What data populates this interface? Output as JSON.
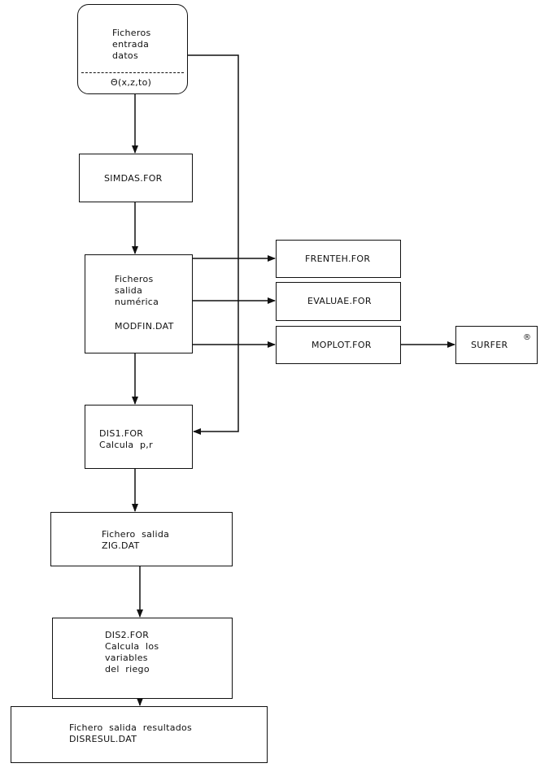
{
  "diagram": {
    "input_box": {
      "lines": [
        "Ficheros",
        "entrada",
        "datos"
      ],
      "formula": "Θ(x,z,to)"
    },
    "simdas": {
      "label": "SIMDAS.FOR"
    },
    "salida_numerica": {
      "lines": [
        "Ficheros",
        "salida",
        "numérica"
      ],
      "file": "MODFIN.DAT"
    },
    "frenteh": {
      "label": "FRENTEH.FOR"
    },
    "evaluae": {
      "label": "EVALUAE.FOR"
    },
    "moplot": {
      "label": "MOPLOT.FOR"
    },
    "surfer": {
      "label": "SURFER",
      "mark": "®"
    },
    "dis1": {
      "lines": [
        "DIS1.FOR",
        "Calcula  p,r"
      ]
    },
    "zig": {
      "lines": [
        "Fichero  salida",
        "ZIG.DAT"
      ]
    },
    "dis2": {
      "lines": [
        "DIS2.FOR",
        "Calcula  los",
        "variables",
        "del  riego"
      ]
    },
    "resultados": {
      "lines": [
        "Fichero  salida  resultados",
        "DISRESUL.DAT"
      ]
    }
  }
}
